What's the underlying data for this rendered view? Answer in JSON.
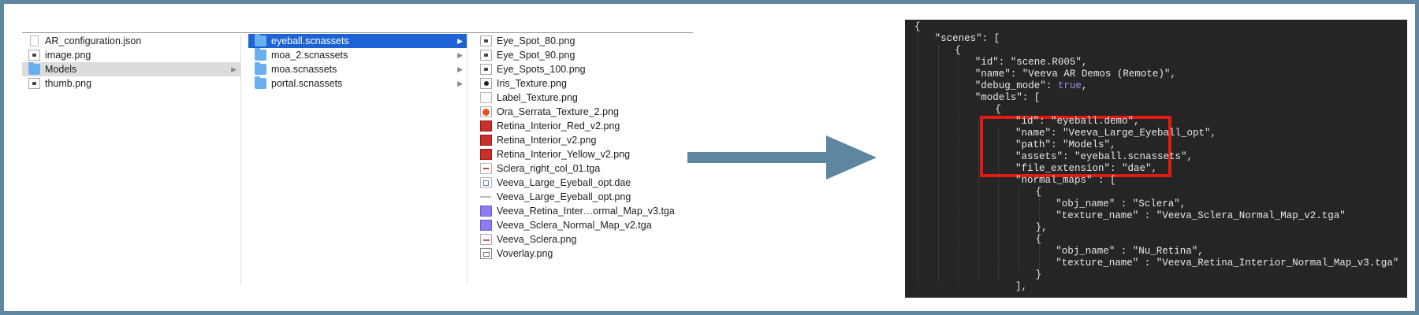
{
  "finder": {
    "column1": [
      {
        "label": "AR_configuration.json",
        "icon": "json-file-icon"
      },
      {
        "label": "image.png",
        "icon": "image-file-icon"
      },
      {
        "label": "Models",
        "icon": "folder-icon",
        "selected": "gray",
        "chevron": true
      },
      {
        "label": "thumb.png",
        "icon": "image-file-icon"
      }
    ],
    "column2": [
      {
        "label": "eyeball.scnassets",
        "icon": "folder-icon",
        "selected": "blue",
        "chevron": true
      },
      {
        "label": "moa_2.scnassets",
        "icon": "folder-icon",
        "chevron": true
      },
      {
        "label": "moa.scnassets",
        "icon": "folder-icon",
        "chevron": true
      },
      {
        "label": "portal.scnassets",
        "icon": "folder-icon",
        "chevron": true
      }
    ],
    "column3": [
      {
        "label": "Eye_Spot_80.png",
        "icon": "image-file-icon"
      },
      {
        "label": "Eye_Spot_90.png",
        "icon": "image-file-icon"
      },
      {
        "label": "Eye_Spots_100.png",
        "icon": "image-file-icon"
      },
      {
        "label": "Iris_Texture.png",
        "icon": "iris-image-icon"
      },
      {
        "label": "Label_Texture.png",
        "icon": "label-image-icon"
      },
      {
        "label": "Ora_Serrata_Texture_2.png",
        "icon": "orange-texture-icon"
      },
      {
        "label": "Retina_Interior_Red_v2.png",
        "icon": "red-texture-icon"
      },
      {
        "label": "Retina_Interior_v2.png",
        "icon": "red-texture-icon"
      },
      {
        "label": "Retina_Interior_Yellow_v2.png",
        "icon": "red-texture-icon"
      },
      {
        "label": "Sclera_right_col_01.tga",
        "icon": "tga-file-icon"
      },
      {
        "label": "Veeva_Large_Eyeball_opt.dae",
        "icon": "dae-file-icon"
      },
      {
        "label": "Veeva_Large_Eyeball_opt.png",
        "icon": "line-image-icon"
      },
      {
        "label": "Veeva_Retina_Inter…ormal_Map_v3.tga",
        "icon": "normal-map-icon"
      },
      {
        "label": "Veeva_Sclera_Normal_Map_v2.tga",
        "icon": "normal-map-icon"
      },
      {
        "label": "Veeva_Sclera.png",
        "icon": "sclera-image-icon"
      },
      {
        "label": "Voverlay.png",
        "icon": "overlay-image-icon"
      }
    ],
    "chevron_glyph": "▶"
  },
  "arrow": {
    "color": "#5e86a0",
    "icon": "right-arrow-icon"
  },
  "code": {
    "lines": [
      {
        "indent": 0,
        "text": "{"
      },
      {
        "indent": 1,
        "text": "\"scenes\": ["
      },
      {
        "indent": 2,
        "text": "{"
      },
      {
        "indent": 3,
        "text": "\"id\": \"scene.R005\","
      },
      {
        "indent": 3,
        "text": "\"name\": \"Veeva AR Demos (Remote)\","
      },
      {
        "indent": 3,
        "text": "\"debug_mode\": ",
        "kw": "true",
        "tail": ","
      },
      {
        "indent": 3,
        "text": "\"models\": ["
      },
      {
        "indent": 4,
        "text": "{"
      },
      {
        "indent": 5,
        "text": "\"id\": \"eyeball.demo\","
      },
      {
        "indent": 5,
        "text": "\"name\": \"Veeva_Large_Eyeball_opt\","
      },
      {
        "indent": 5,
        "text": "\"path\": \"Models\","
      },
      {
        "indent": 5,
        "text": "\"assets\": \"eyeball.scnassets\","
      },
      {
        "indent": 5,
        "text": "\"file_extension\": \"dae\","
      },
      {
        "indent": 5,
        "text": "\"normal_maps\" : ["
      },
      {
        "indent": 6,
        "text": "{"
      },
      {
        "indent": 7,
        "text": "\"obj_name\" : \"Sclera\","
      },
      {
        "indent": 7,
        "text": "\"texture_name\" : \"Veeva_Sclera_Normal_Map_v2.tga\""
      },
      {
        "indent": 6,
        "text": "},"
      },
      {
        "indent": 6,
        "text": "{"
      },
      {
        "indent": 7,
        "text": "\"obj_name\" : \"Nu_Retina\","
      },
      {
        "indent": 7,
        "text": "\"texture_name\" : \"Veeva_Retina_Interior_Normal_Map_v3.tga\""
      },
      {
        "indent": 6,
        "text": "}"
      },
      {
        "indent": 5,
        "text": "],"
      }
    ],
    "keyword_color": "#a78ae6",
    "highlight_color": "#e11a12"
  }
}
